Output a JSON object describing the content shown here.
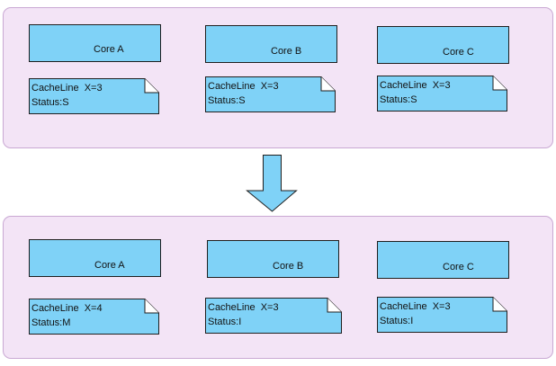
{
  "colors": {
    "panel_fill": "#f3e4f6",
    "panel_border": "#c9a8d3",
    "box_fill": "#7fd2f7",
    "arrow_fill": "#7fd2f7"
  },
  "before": {
    "cores": [
      {
        "label": "Core A"
      },
      {
        "label": "Core B"
      },
      {
        "label": "Core C"
      }
    ],
    "notes": [
      {
        "line1": "CacheLine  X=3",
        "line2": "Status:S"
      },
      {
        "line1": "CacheLine  X=3",
        "line2": "Status:S"
      },
      {
        "line1": "CacheLine  X=3",
        "line2": "Status:S"
      }
    ]
  },
  "transition_icon": "down-arrow-icon",
  "after": {
    "cores": [
      {
        "label": "Core A"
      },
      {
        "label": "Core B"
      },
      {
        "label": "Core C"
      }
    ],
    "notes": [
      {
        "line1": "CacheLine  X=4",
        "line2": "Status:M"
      },
      {
        "line1": "CacheLine  X=3",
        "line2": "Status:I"
      },
      {
        "line1": "CacheLine  X=3",
        "line2": "Status:I"
      }
    ]
  }
}
